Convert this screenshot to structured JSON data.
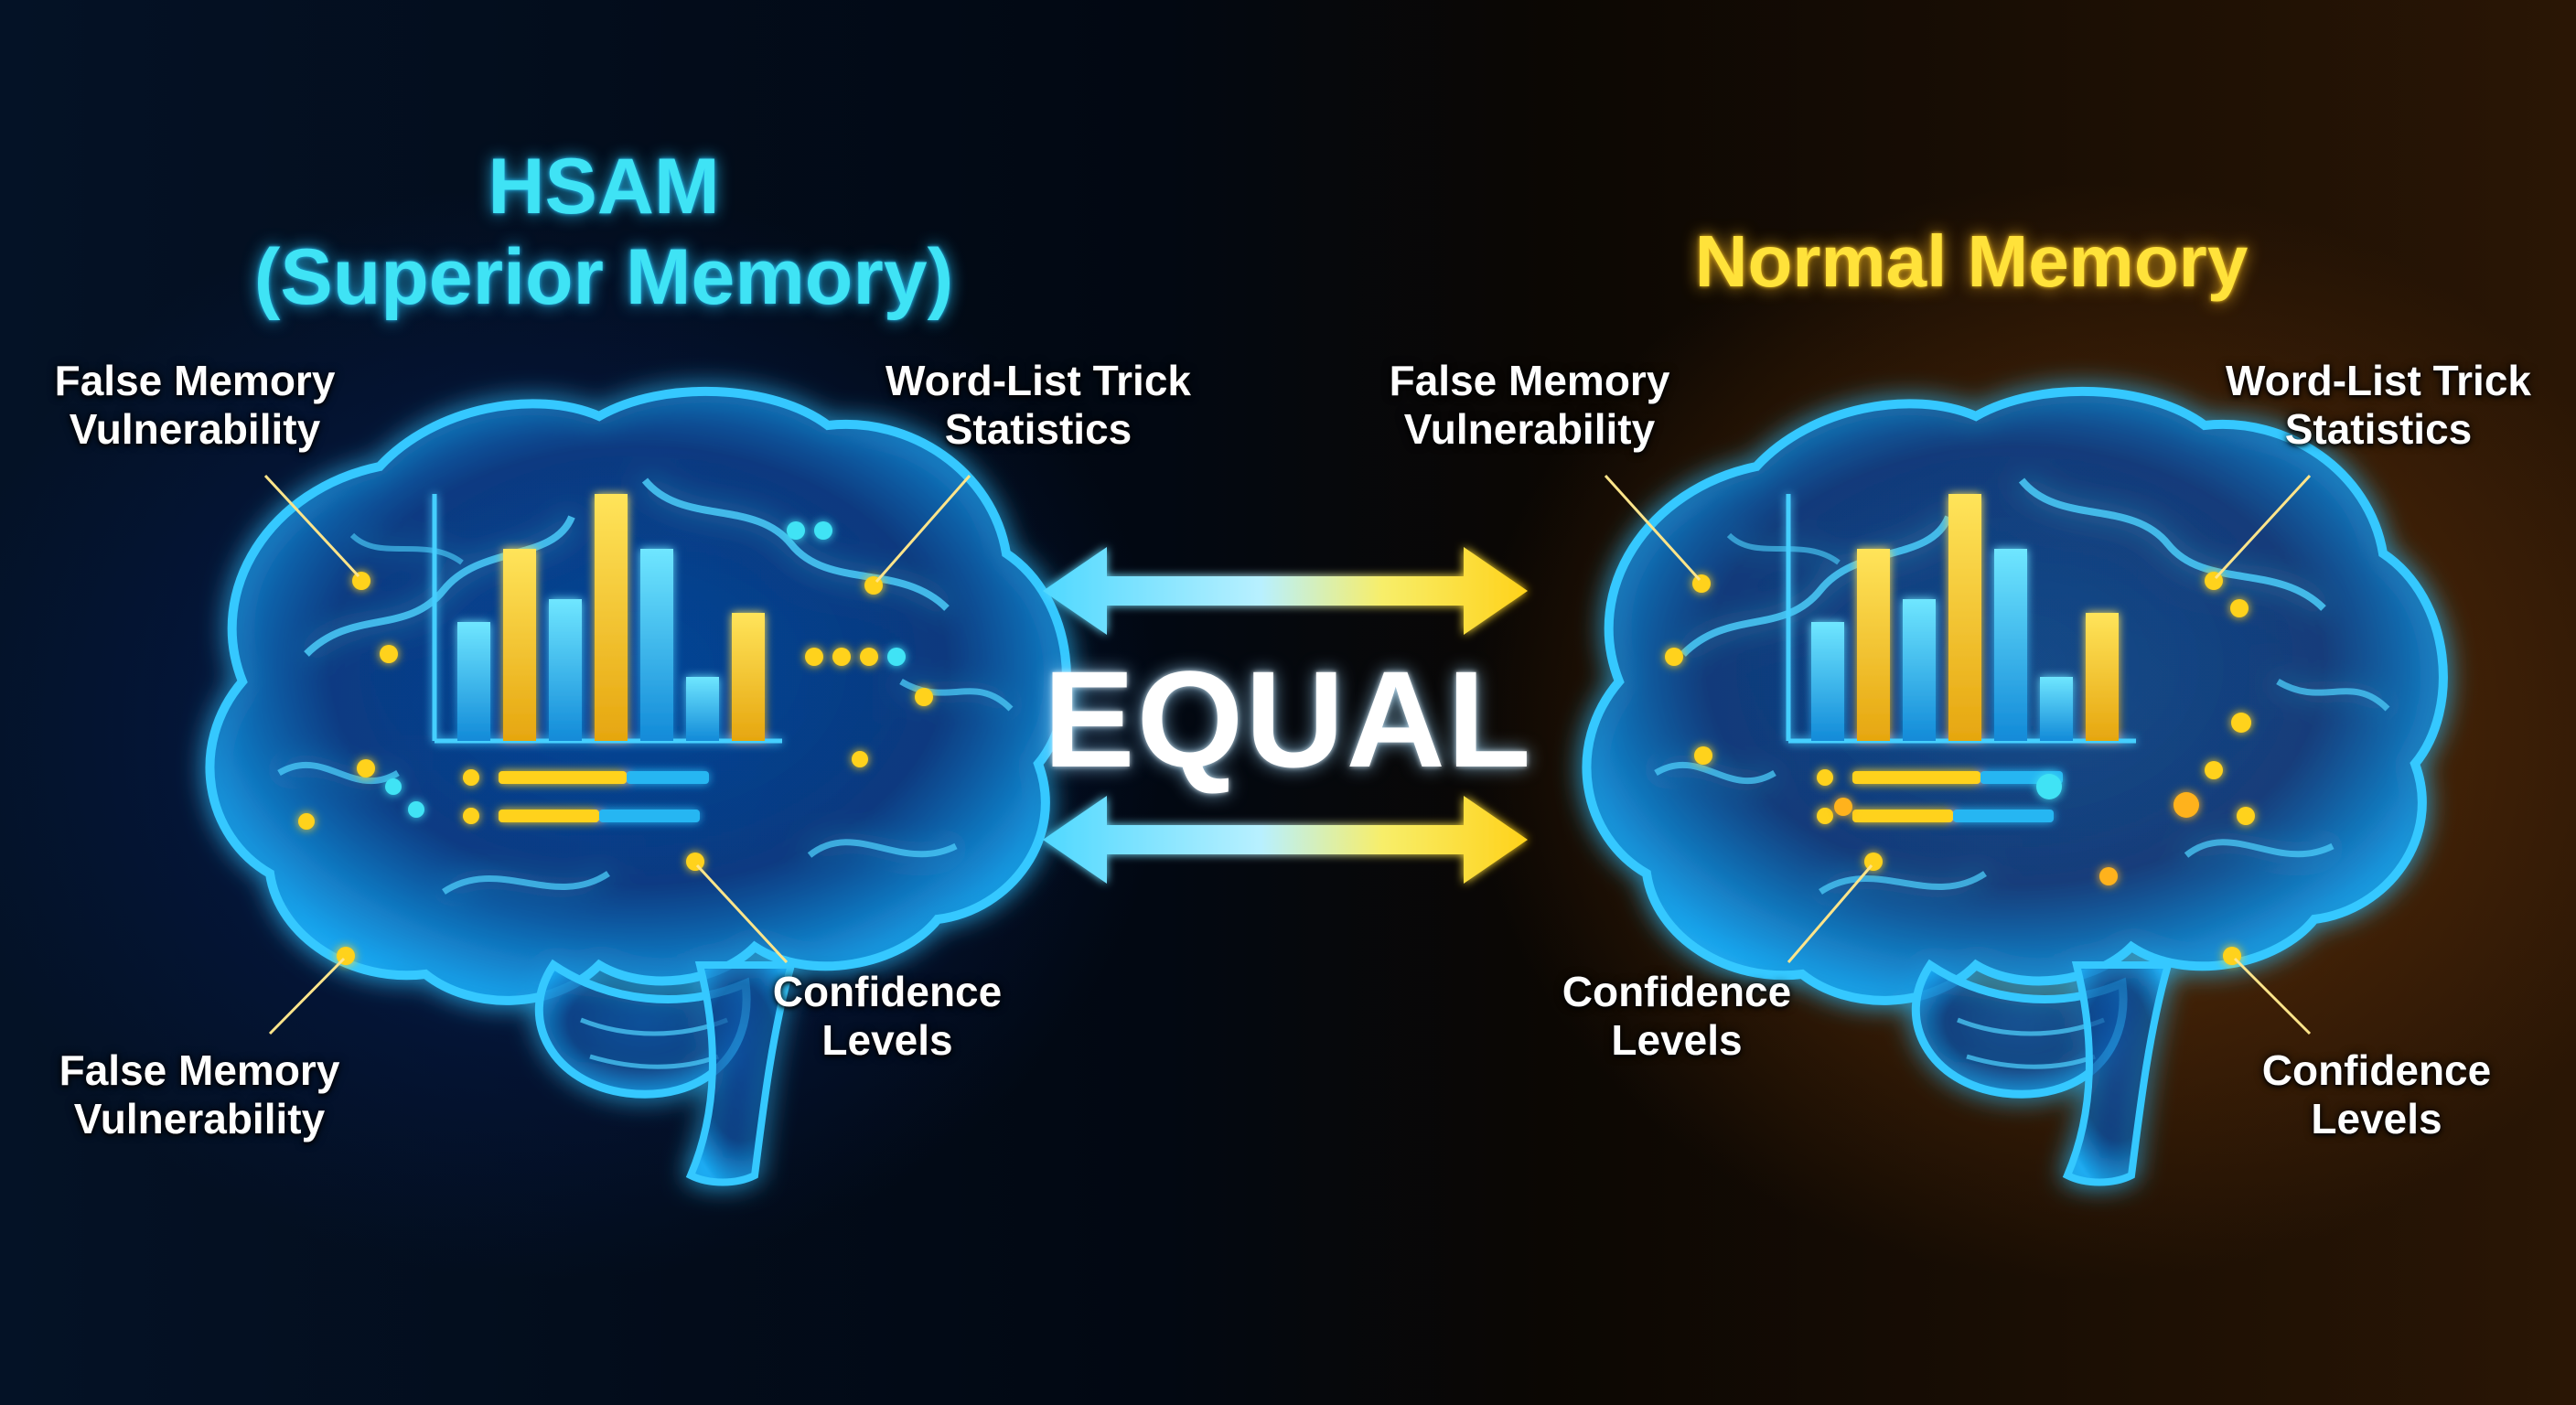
{
  "left_panel": {
    "title_line1": "HSAM",
    "title_line2": "(Superior Memory)",
    "labels": {
      "top_left": [
        "False Memory",
        "Vulnerability"
      ],
      "top_right": [
        "Word-List Trick",
        "Statistics"
      ],
      "bottom_right": [
        "Confidence",
        "Levels"
      ],
      "bottom_left": [
        "False Memory",
        "Vulnerability"
      ]
    }
  },
  "right_panel": {
    "title": "Normal Memory",
    "labels": {
      "top_left": [
        "False Memory",
        "Vulnerability"
      ],
      "top_right": [
        "Word-List Trick",
        "Statistics"
      ],
      "bottom_left": [
        "Confidence",
        "Levels"
      ],
      "bottom_right": [
        "Confidence",
        "Levels"
      ]
    }
  },
  "center": {
    "text": "EQUAL"
  },
  "colors": {
    "cyan_accent": "#3fe3f5",
    "yellow_accent": "#ffe23a",
    "brain_blue": "#1e90ff",
    "chart_yellow": "#f5c518",
    "chart_cyan": "#1fb6f0"
  },
  "icons": [
    "brain-icon",
    "bar-chart-icon",
    "double-arrow-icon"
  ]
}
